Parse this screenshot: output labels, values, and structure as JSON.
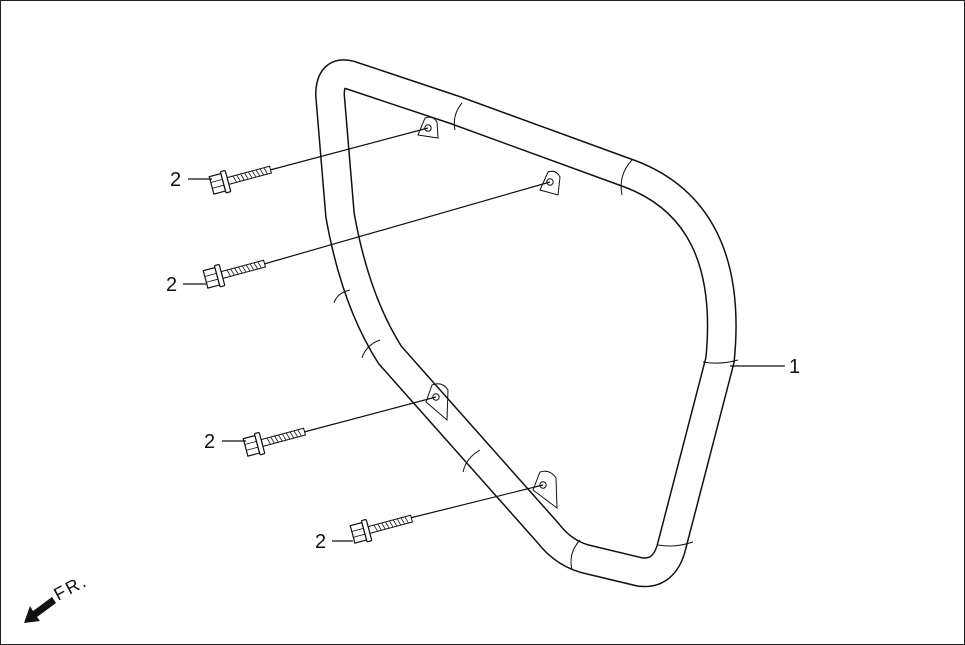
{
  "diagram": {
    "parts": [
      {
        "callout": "1",
        "name": "guard-frame"
      },
      {
        "callout": "2",
        "name": "flange-bolt"
      }
    ],
    "bolt_callouts": [
      "2",
      "2",
      "2",
      "2"
    ],
    "frame_callout": "1",
    "direction_label": "FR."
  }
}
